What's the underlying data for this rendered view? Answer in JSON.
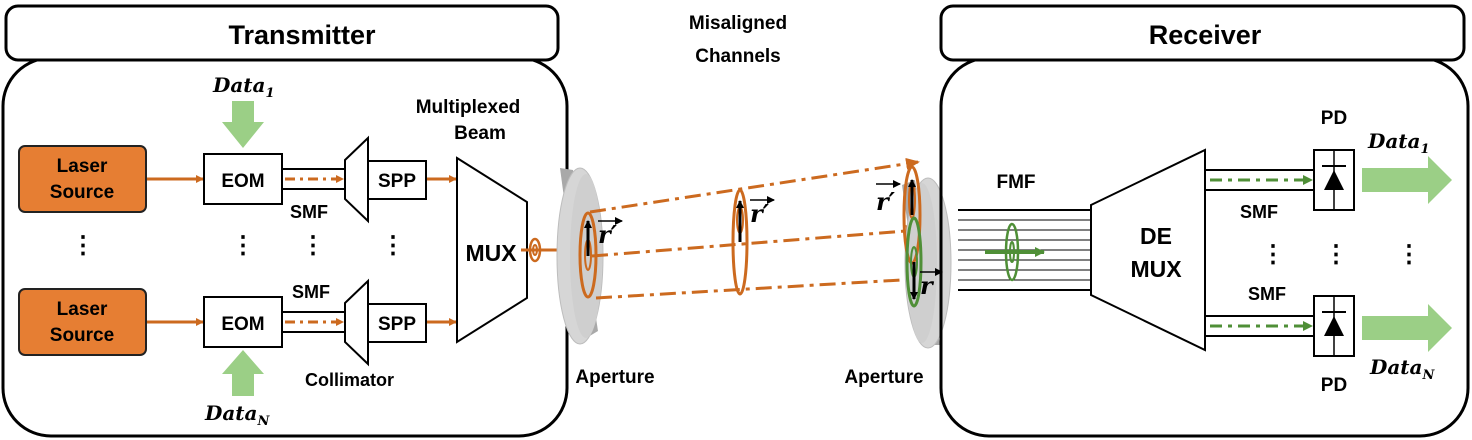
{
  "colors": {
    "laser": "#e67e33",
    "beam": "#cc6a1f",
    "data_arrow": "#9bcf86",
    "green_beam": "#4f8f37",
    "aperture": "#d4d4d4"
  },
  "panels": {
    "transmitter": "Transmitter",
    "receiver": "Receiver",
    "channels_line1": "Misaligned",
    "channels_line2": "Channels"
  },
  "transmitter": {
    "laser_line1": "Laser",
    "laser_line2": "Source",
    "eom": "EOM",
    "spp": "SPP",
    "smf": "SMF",
    "collimator": "Collimator",
    "data_main": "Data",
    "data_sub_first": "1",
    "data_sub_last": "N",
    "mux_title_line1": "Multiplexed",
    "mux_title_line2": "Beam",
    "mux": "MUX",
    "ellipsis": "⋮"
  },
  "channel": {
    "aperture": "Aperture",
    "r_prime": "r′",
    "r": "r"
  },
  "receiver": {
    "fmf": "FMF",
    "demux_line1": "DE",
    "demux_line2": "MUX",
    "smf": "SMF",
    "pd": "PD",
    "data_main": "Data",
    "data_sub_first": "1",
    "data_sub_last": "N",
    "ellipsis": "⋮"
  }
}
